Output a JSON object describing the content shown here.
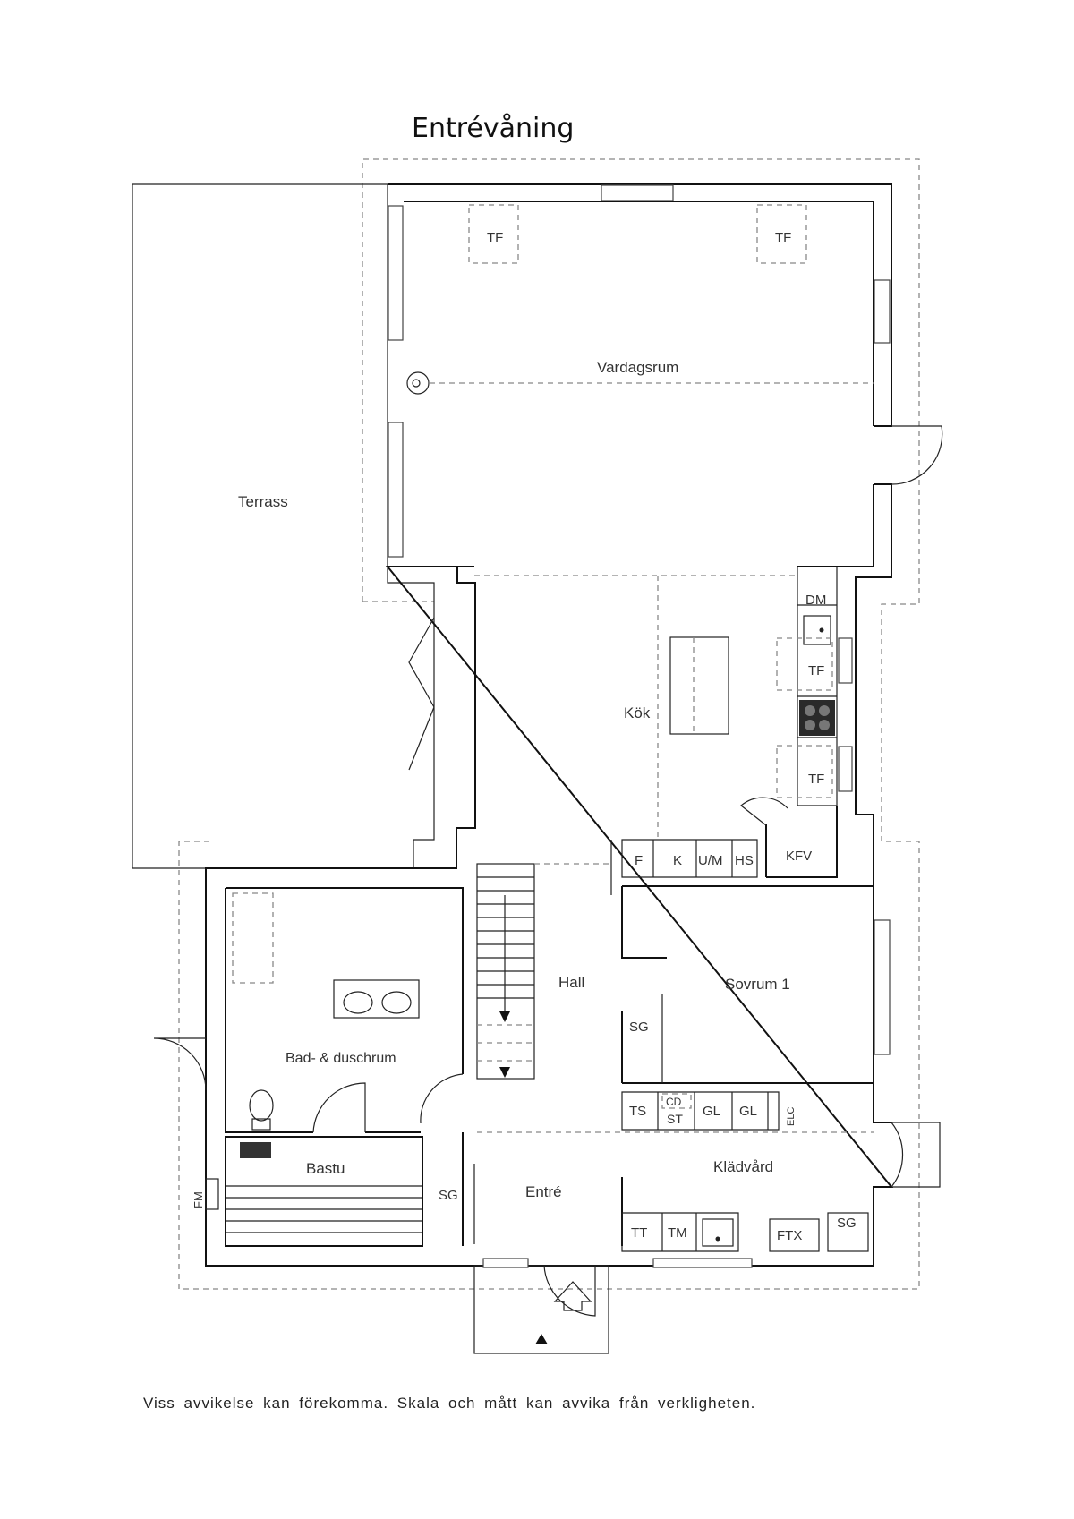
{
  "title": "Entrévåning",
  "disclaimer": "Viss avvikelse kan förekomma. Skala och mått kan avvika från verkligheten.",
  "rooms": {
    "vardagsrum": "Vardagsrum",
    "terrass": "Terrass",
    "kok": "Kök",
    "hall": "Hall",
    "sovrum": "Sovrum 1",
    "bad": "Bad- & duschrum",
    "bastu": "Bastu",
    "entre": "Entré",
    "kladvard": "Klädvård"
  },
  "fixtures": {
    "tf_left": "TF",
    "tf_right": "TF",
    "dm": "DM",
    "tf_kitchen_1": "TF",
    "tf_kitchen_2": "TF",
    "kfv": "KFV",
    "f": "F",
    "k": "K",
    "um": "U/M",
    "hs": "HS",
    "sg_sovrum": "SG",
    "ts": "TS",
    "cd": "CD",
    "st": "ST",
    "gl1": "GL",
    "gl2": "GL",
    "elc": "ELC",
    "sg_entre": "SG",
    "fm": "FM",
    "tt": "TT",
    "tm": "TM",
    "ftx": "FTX",
    "sg_klad": "SG"
  }
}
